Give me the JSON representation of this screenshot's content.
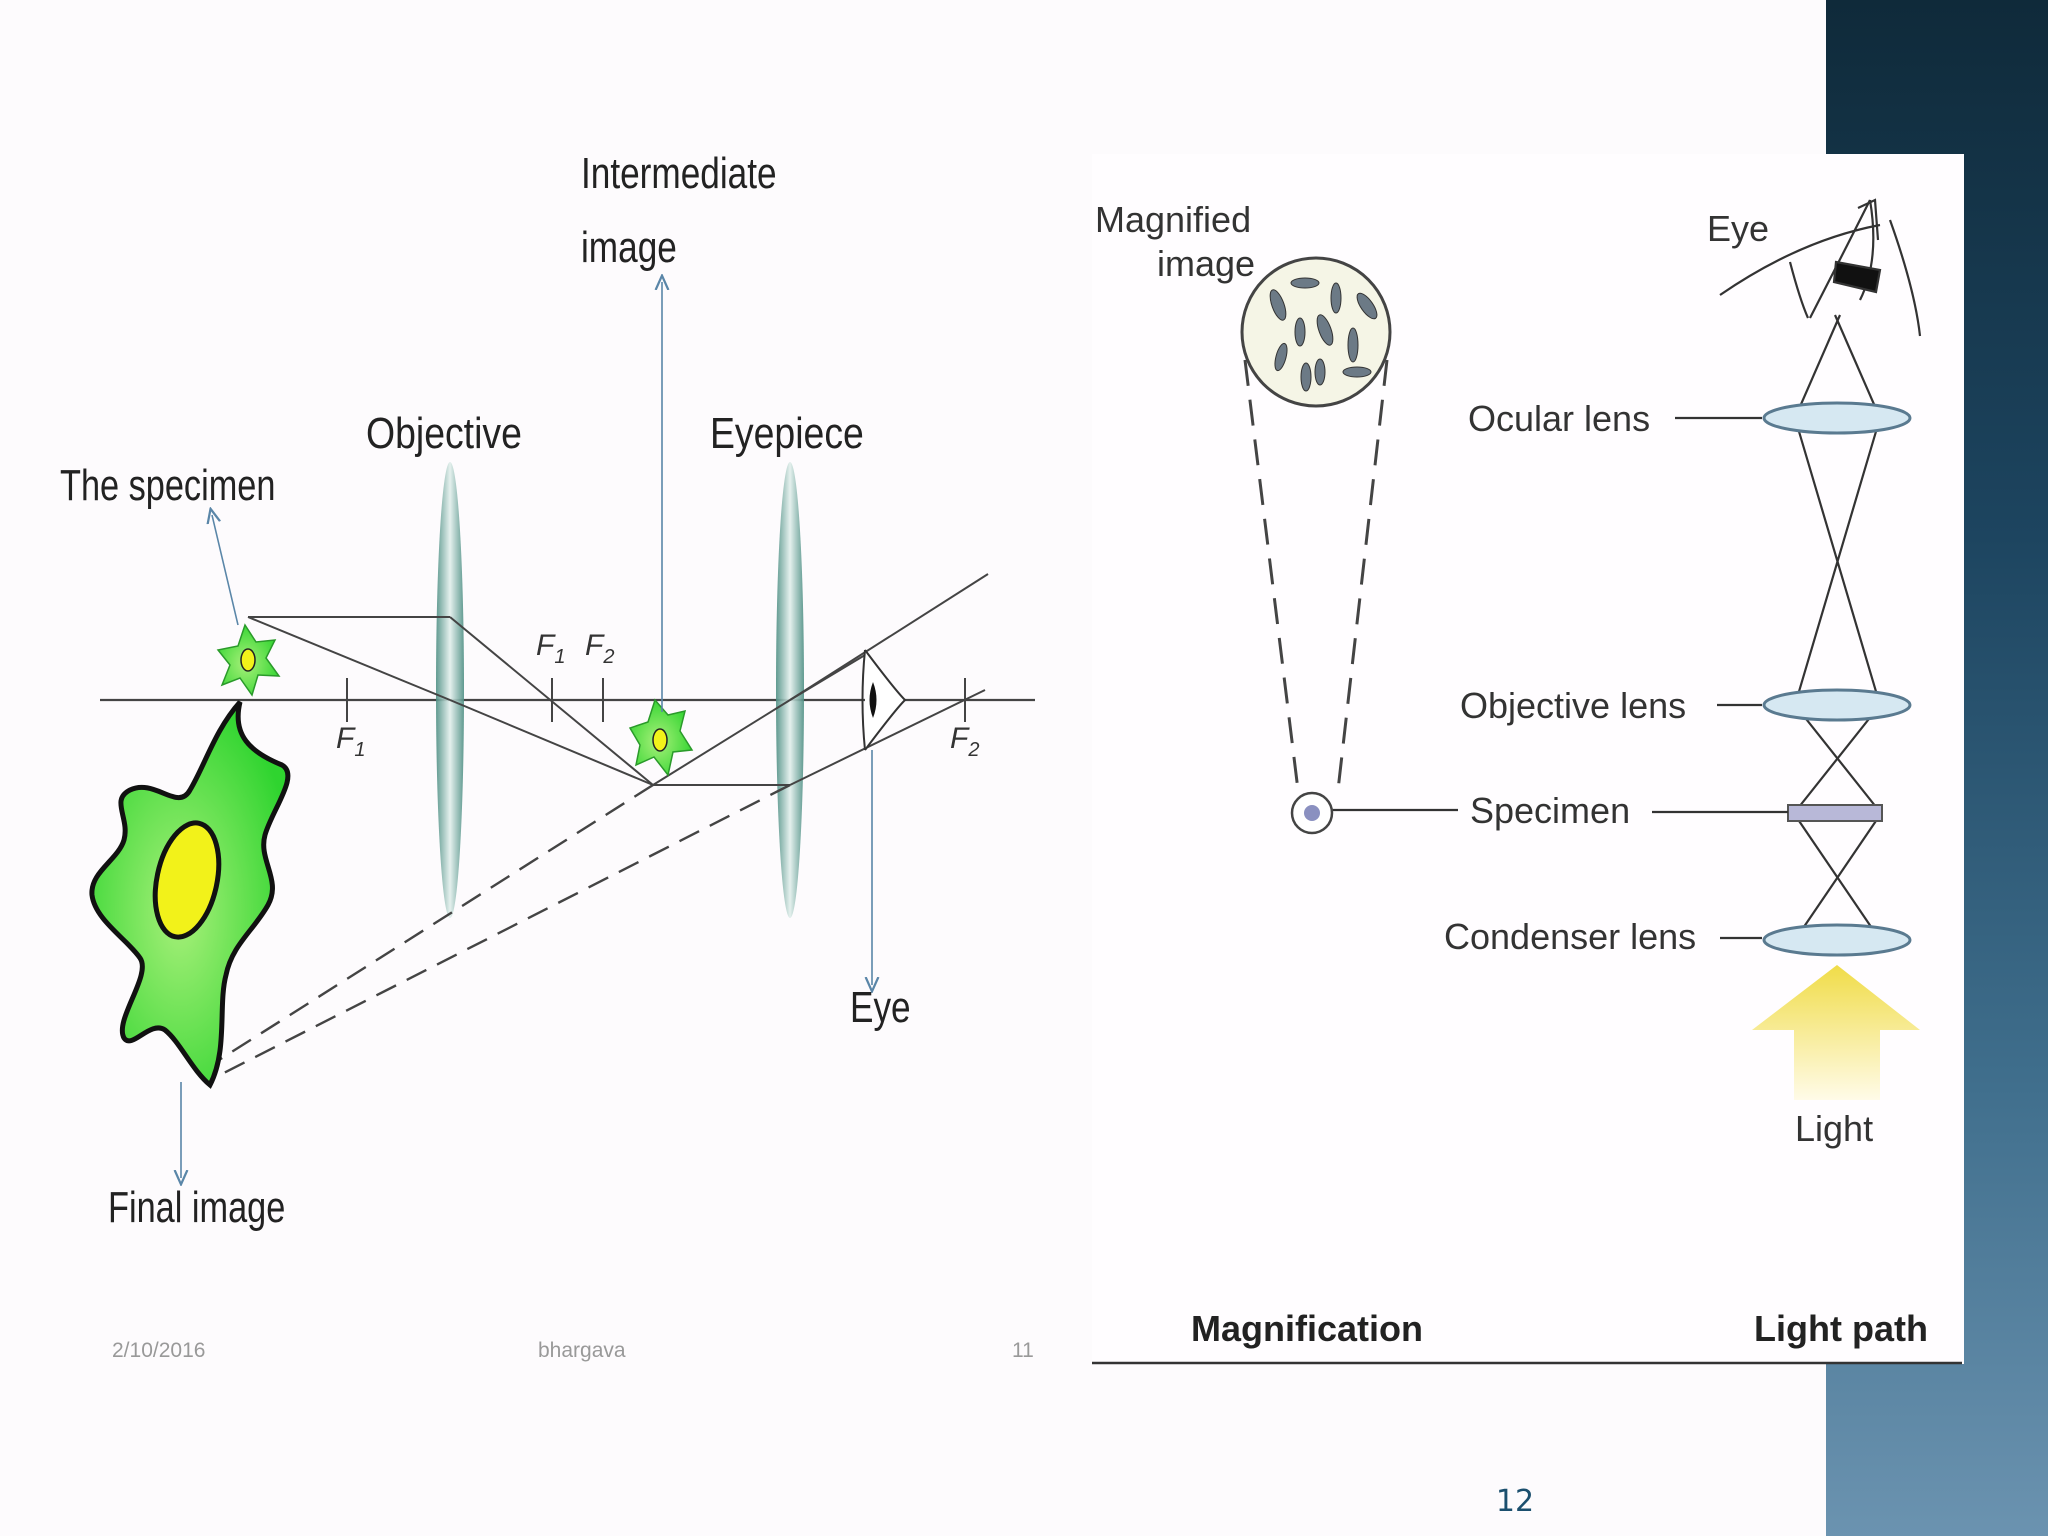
{
  "slide": {
    "page_number": "12",
    "colors": {
      "sidebar_dark": "#0f2a3a",
      "sidebar_light": "#6b93b0",
      "cell_green": "#3ee03e",
      "nucleus_yellow": "#f2f21a",
      "lens_teal": "#6aa89c",
      "lens_blue": "#d6e8f2",
      "light_yellow": "#f4e46a"
    }
  },
  "left_diagram": {
    "labels": {
      "intermediate_line1": "Intermediate",
      "intermediate_line2": "image",
      "objective": "Objective",
      "eyepiece": "Eyepiece",
      "specimen": "The specimen",
      "f1": "F",
      "f1_sub": "1",
      "f1_prime": "F",
      "f1_prime_sub": "1",
      "f2": "F",
      "f2_sub": "2",
      "f2_prime": "F",
      "f2_prime_sub": "2",
      "eye": "Eye",
      "final_image": "Final image"
    },
    "footer": {
      "date": "2/10/2016",
      "author": "bhargava",
      "page": "11"
    }
  },
  "right_diagram": {
    "labels": {
      "magnified_line1": "Magnified",
      "magnified_line2": "image",
      "eye": "Eye",
      "ocular_lens": "Ocular lens",
      "objective_lens": "Objective lens",
      "specimen": "Specimen",
      "condenser_lens": "Condenser lens",
      "light": "Light",
      "magnification": "Magnification",
      "light_path": "Light path"
    }
  }
}
